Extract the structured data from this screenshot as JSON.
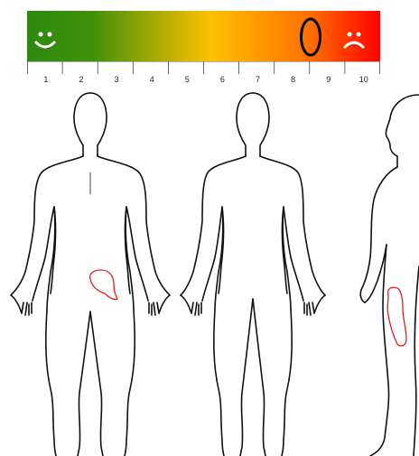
{
  "pain_scale": {
    "labels": [
      "1",
      "2",
      "3",
      "4",
      "5",
      "6",
      "7",
      "8",
      "9",
      "10"
    ],
    "selected": "8",
    "colors": {
      "low": "#2e8b0f",
      "mid": "#ffc000",
      "high": "#ff0000"
    },
    "low_icon": "smiley-face-icon",
    "high_icon": "frowning-face-icon"
  },
  "body_views": [
    "back-view",
    "front-view",
    "side-view"
  ],
  "markings": {
    "color": "#e02020",
    "count": 2
  }
}
